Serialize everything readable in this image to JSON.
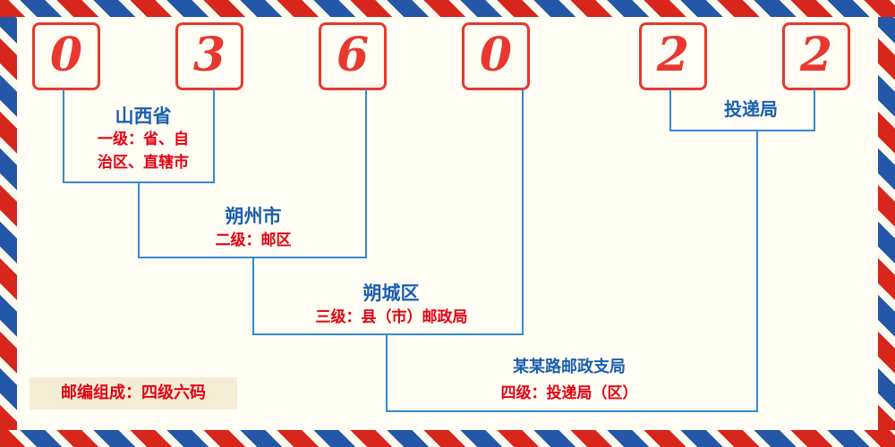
{
  "postal_code": "036022",
  "digits": [
    "0",
    "3",
    "6",
    "0",
    "2",
    "2"
  ],
  "labels": {
    "province_name": "山西省",
    "province_desc1": "一级：省、自",
    "province_desc2": "治区、直辖市",
    "city_name": "朔州市",
    "city_desc": "二级：邮区",
    "district_name": "朔城区",
    "district_desc": "三级：县（市）邮政局",
    "branch_name": "某某路邮政支局",
    "branch_desc": "四级：投递局（区）",
    "delivery_name": "投递局"
  },
  "footer_note": "邮编组成：四级六码",
  "colors": {
    "digit_red": "#e8382f",
    "line_blue": "#338bce",
    "label_blue": "#1a5fb0",
    "desc_red": "#e60012",
    "stripe_red": "#d7261c",
    "stripe_blue": "#2457a7",
    "background": "#fffdf4",
    "footer_bg": "#f4edd5"
  }
}
